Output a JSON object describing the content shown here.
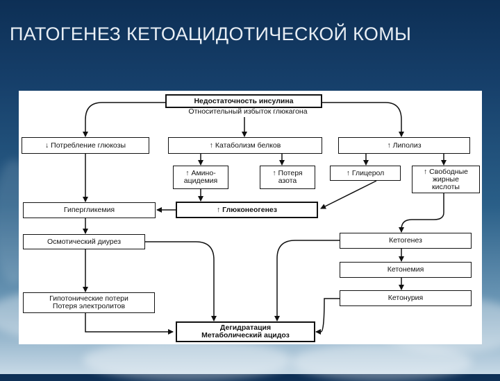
{
  "slide": {
    "title": "ПАТОГЕНЕЗ КЕТОАЦИДОТИЧЕСКОЙ КОМЫ"
  },
  "diagram": {
    "insulin_deficiency": "Недостаточность инсулина",
    "glucagon_excess": "Относительный избыток глюкагона",
    "glucose_uptake": "↓ Потребление глюкозы",
    "protein_catabolism": "↑ Катаболизм белков",
    "lipolysis": "↑ Липолиз",
    "aminoacidemia": {
      "line1": "↑ Амино-",
      "line2": "ацидемия"
    },
    "nitrogen_loss": {
      "line1": "↑ Потеря",
      "line2": "азота"
    },
    "glycerol": "↑ Глицерол",
    "free_fatty_acids": {
      "line1": "↑ Свободные",
      "line2": "жирные",
      "line3": "кислоты"
    },
    "hyperglycemia": "Гипергликемия",
    "gluconeogenesis": "↑ Глюконеогенез",
    "osmotic_diuresis": "Осмотический диурез",
    "ketogenesis": "Кетогенез",
    "ketonemia": "Кетонемия",
    "ketonuria": "Кетонурия",
    "hypotonic_losses": {
      "line1": "Гипотонические потери",
      "line2": "Потеря электролитов"
    },
    "dehydration": {
      "line1": "Дегидратация",
      "line2": "Метаболический ацидоз"
    }
  }
}
